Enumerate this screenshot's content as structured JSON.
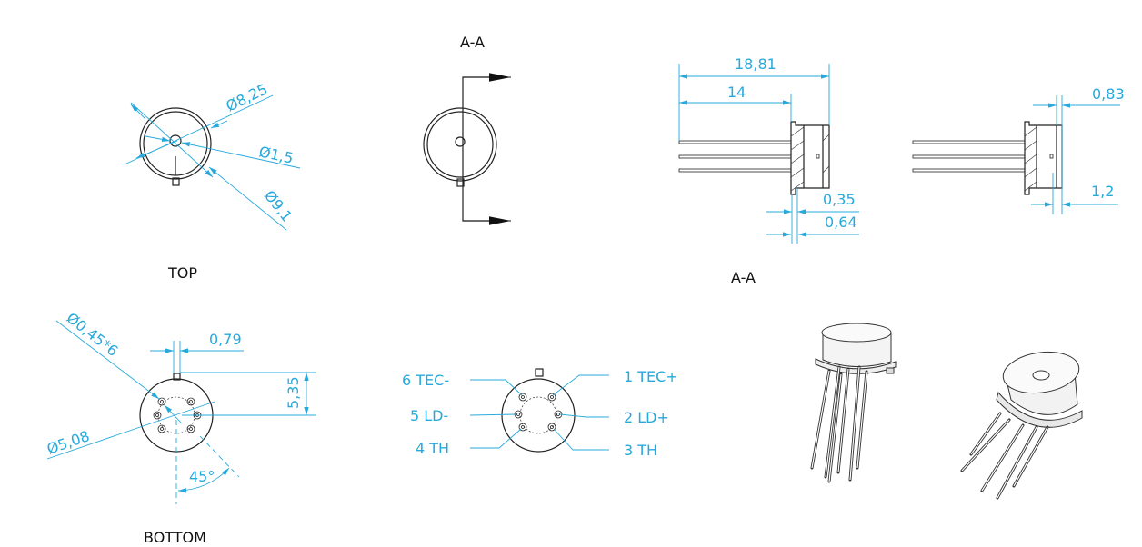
{
  "views": {
    "top": {
      "label": "TOP",
      "dims": [
        "Ø8,25",
        "Ø1,5",
        "Ø9,1"
      ]
    },
    "section_marker": {
      "label": "A-A"
    },
    "section": {
      "label": "A-A",
      "dims": {
        "overall": "18,81",
        "pins": "14",
        "d1": "0,35",
        "d2": "0,64",
        "d3": "0,83",
        "d4": "1,2"
      }
    },
    "bottom": {
      "label": "BOTTOM",
      "dims": {
        "pin_dia": "Ø0,45*6",
        "tab": "0,79",
        "height": "5,35",
        "circle": "Ø5,08",
        "angle": "45°"
      }
    },
    "pinout": {
      "pins": [
        "1  TEC+",
        "2  LD+",
        "3  TH",
        "4  TH",
        "5  LD-",
        "6  TEC-"
      ]
    }
  },
  "colors": {
    "dimension": "#27a9dc",
    "outline": "#222222"
  }
}
